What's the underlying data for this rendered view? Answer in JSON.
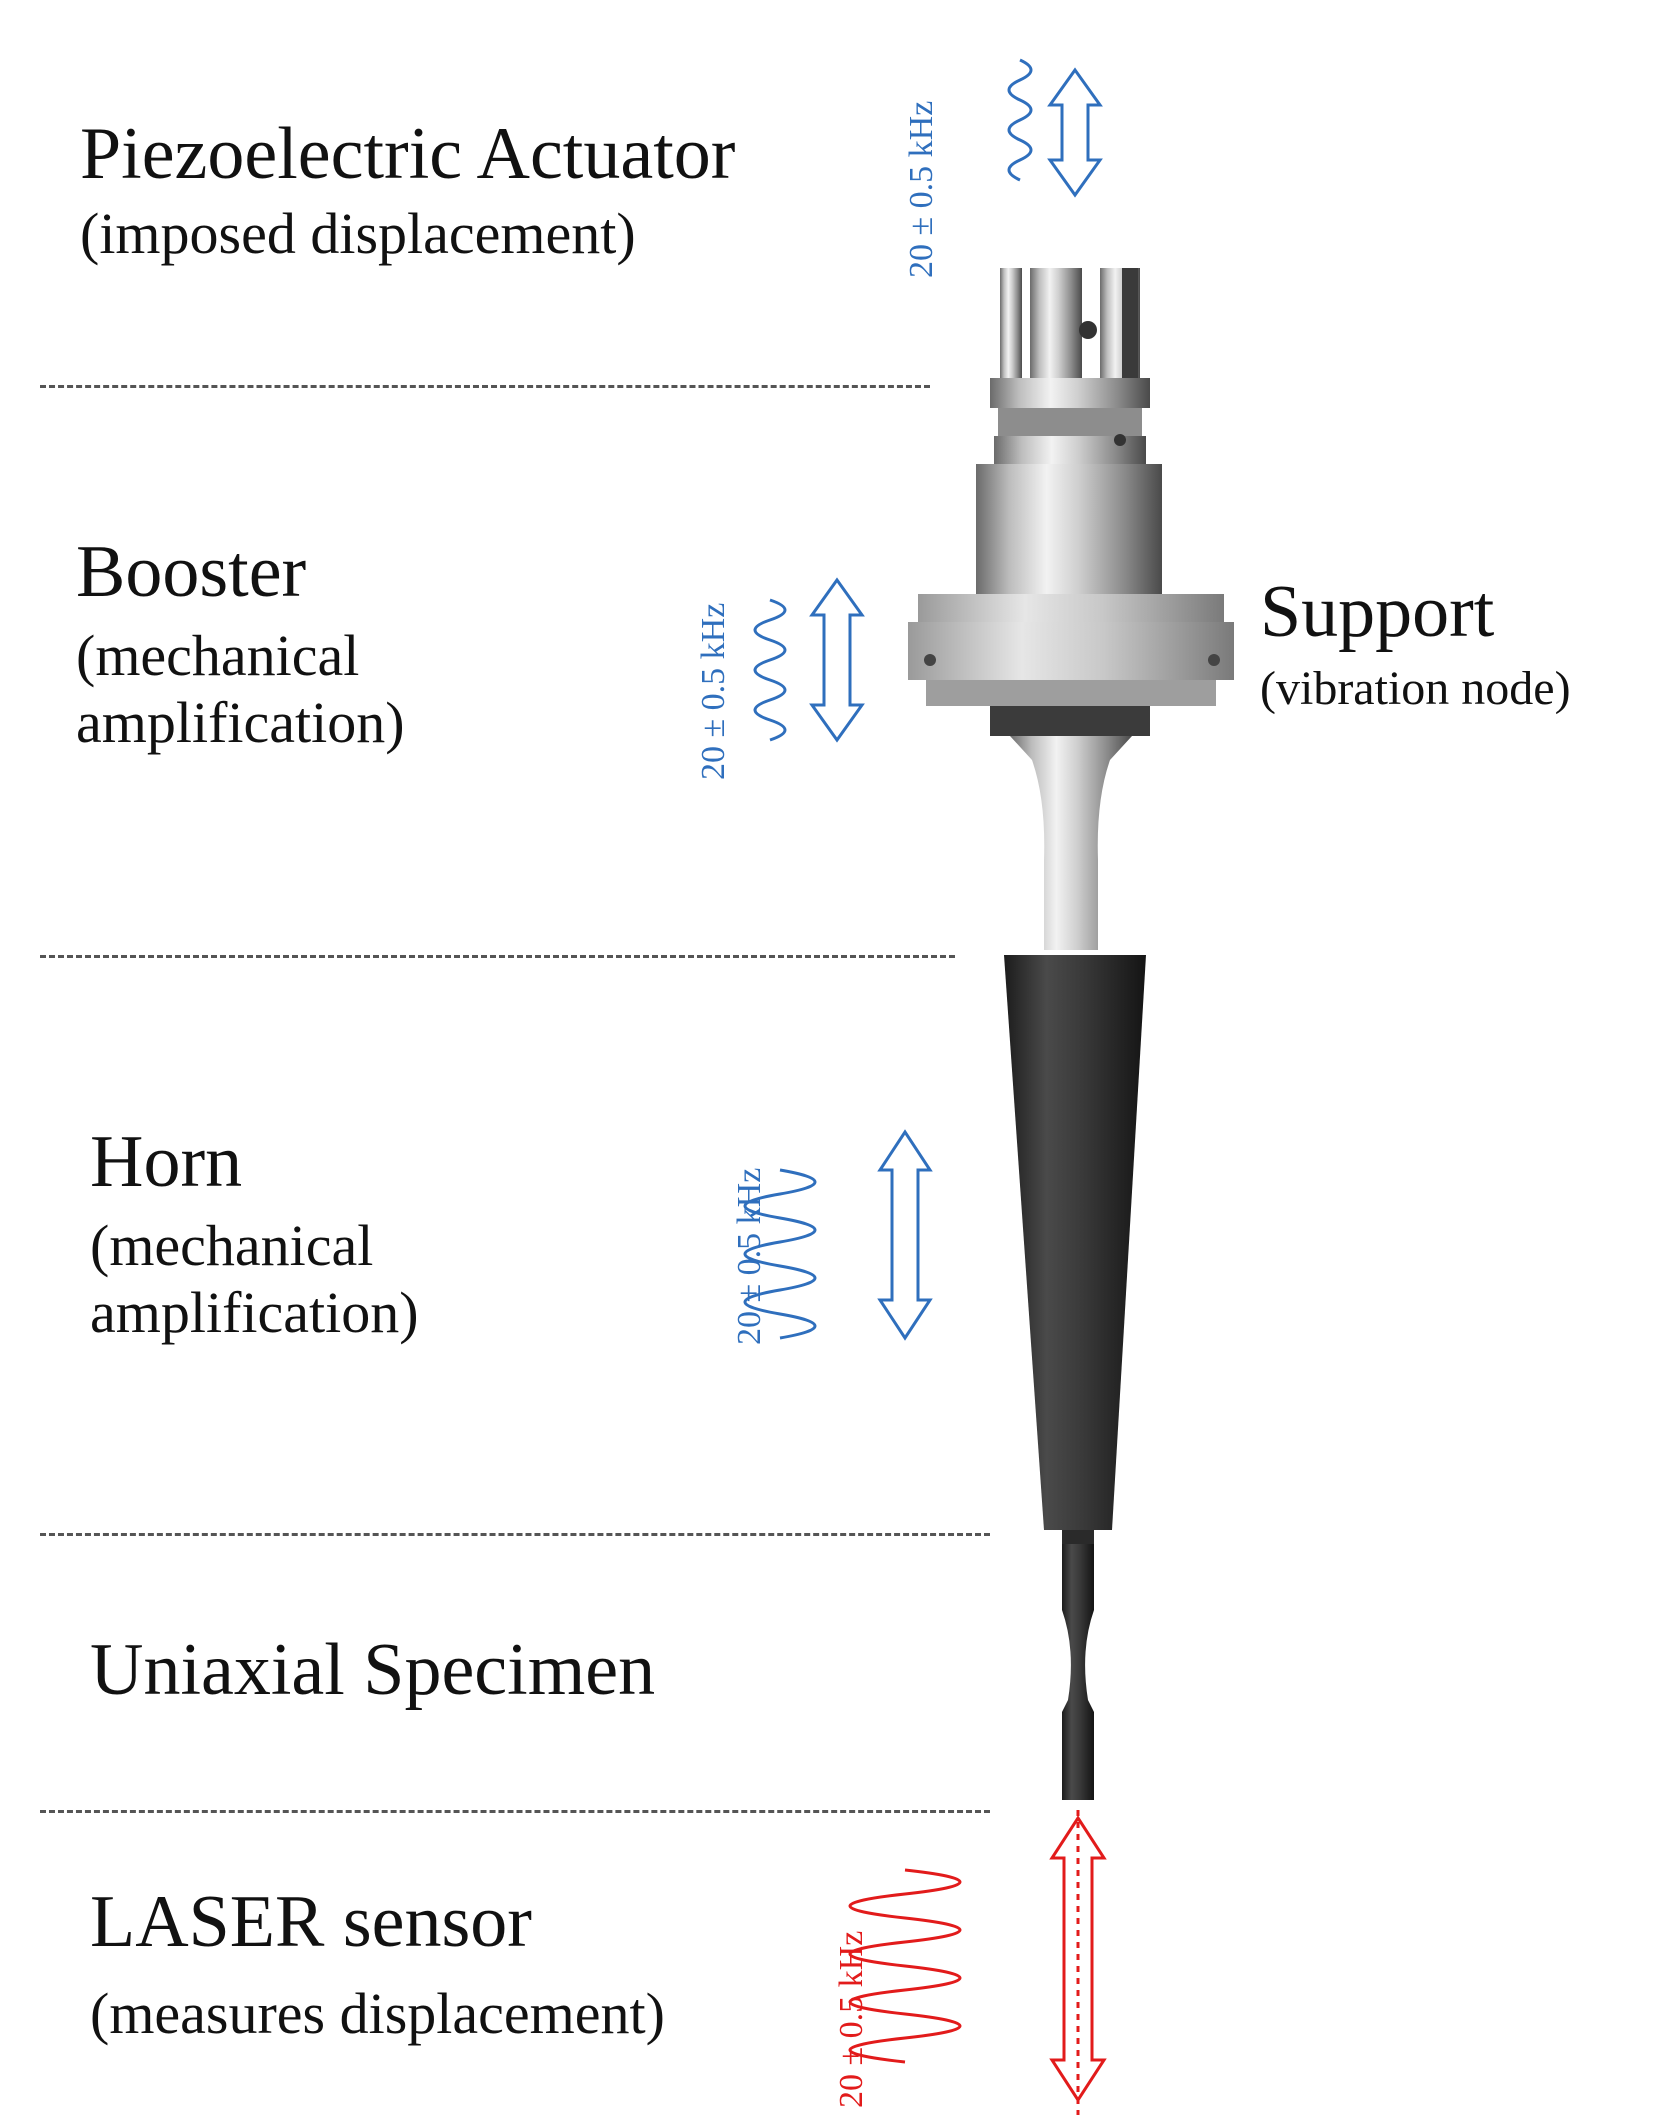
{
  "sections": [
    {
      "title": "Piezoelectric Actuator",
      "subtitle": "(imposed displacement)"
    },
    {
      "title": "Booster",
      "subtitle": "(mechanical amplification)"
    },
    {
      "title": "Horn",
      "subtitle": "(mechanical amplification)"
    },
    {
      "title": "Uniaxial Specimen",
      "subtitle": ""
    },
    {
      "title": "LASER sensor",
      "subtitle": "(measures displacement)"
    }
  ],
  "support": {
    "title": "Support",
    "subtitle": "(vibration node)"
  },
  "frequency_labels": {
    "actuator": "20 ± 0.5 kHz",
    "booster": "20 ± 0.5 kHz",
    "horn": "20 ± 0.5 kHz",
    "laser": "20 ± 0.5 kHz"
  },
  "colors": {
    "excitation": "#2f6fbd",
    "measurement": "#e21b1b",
    "text": "#111111",
    "divider": "#555555"
  }
}
